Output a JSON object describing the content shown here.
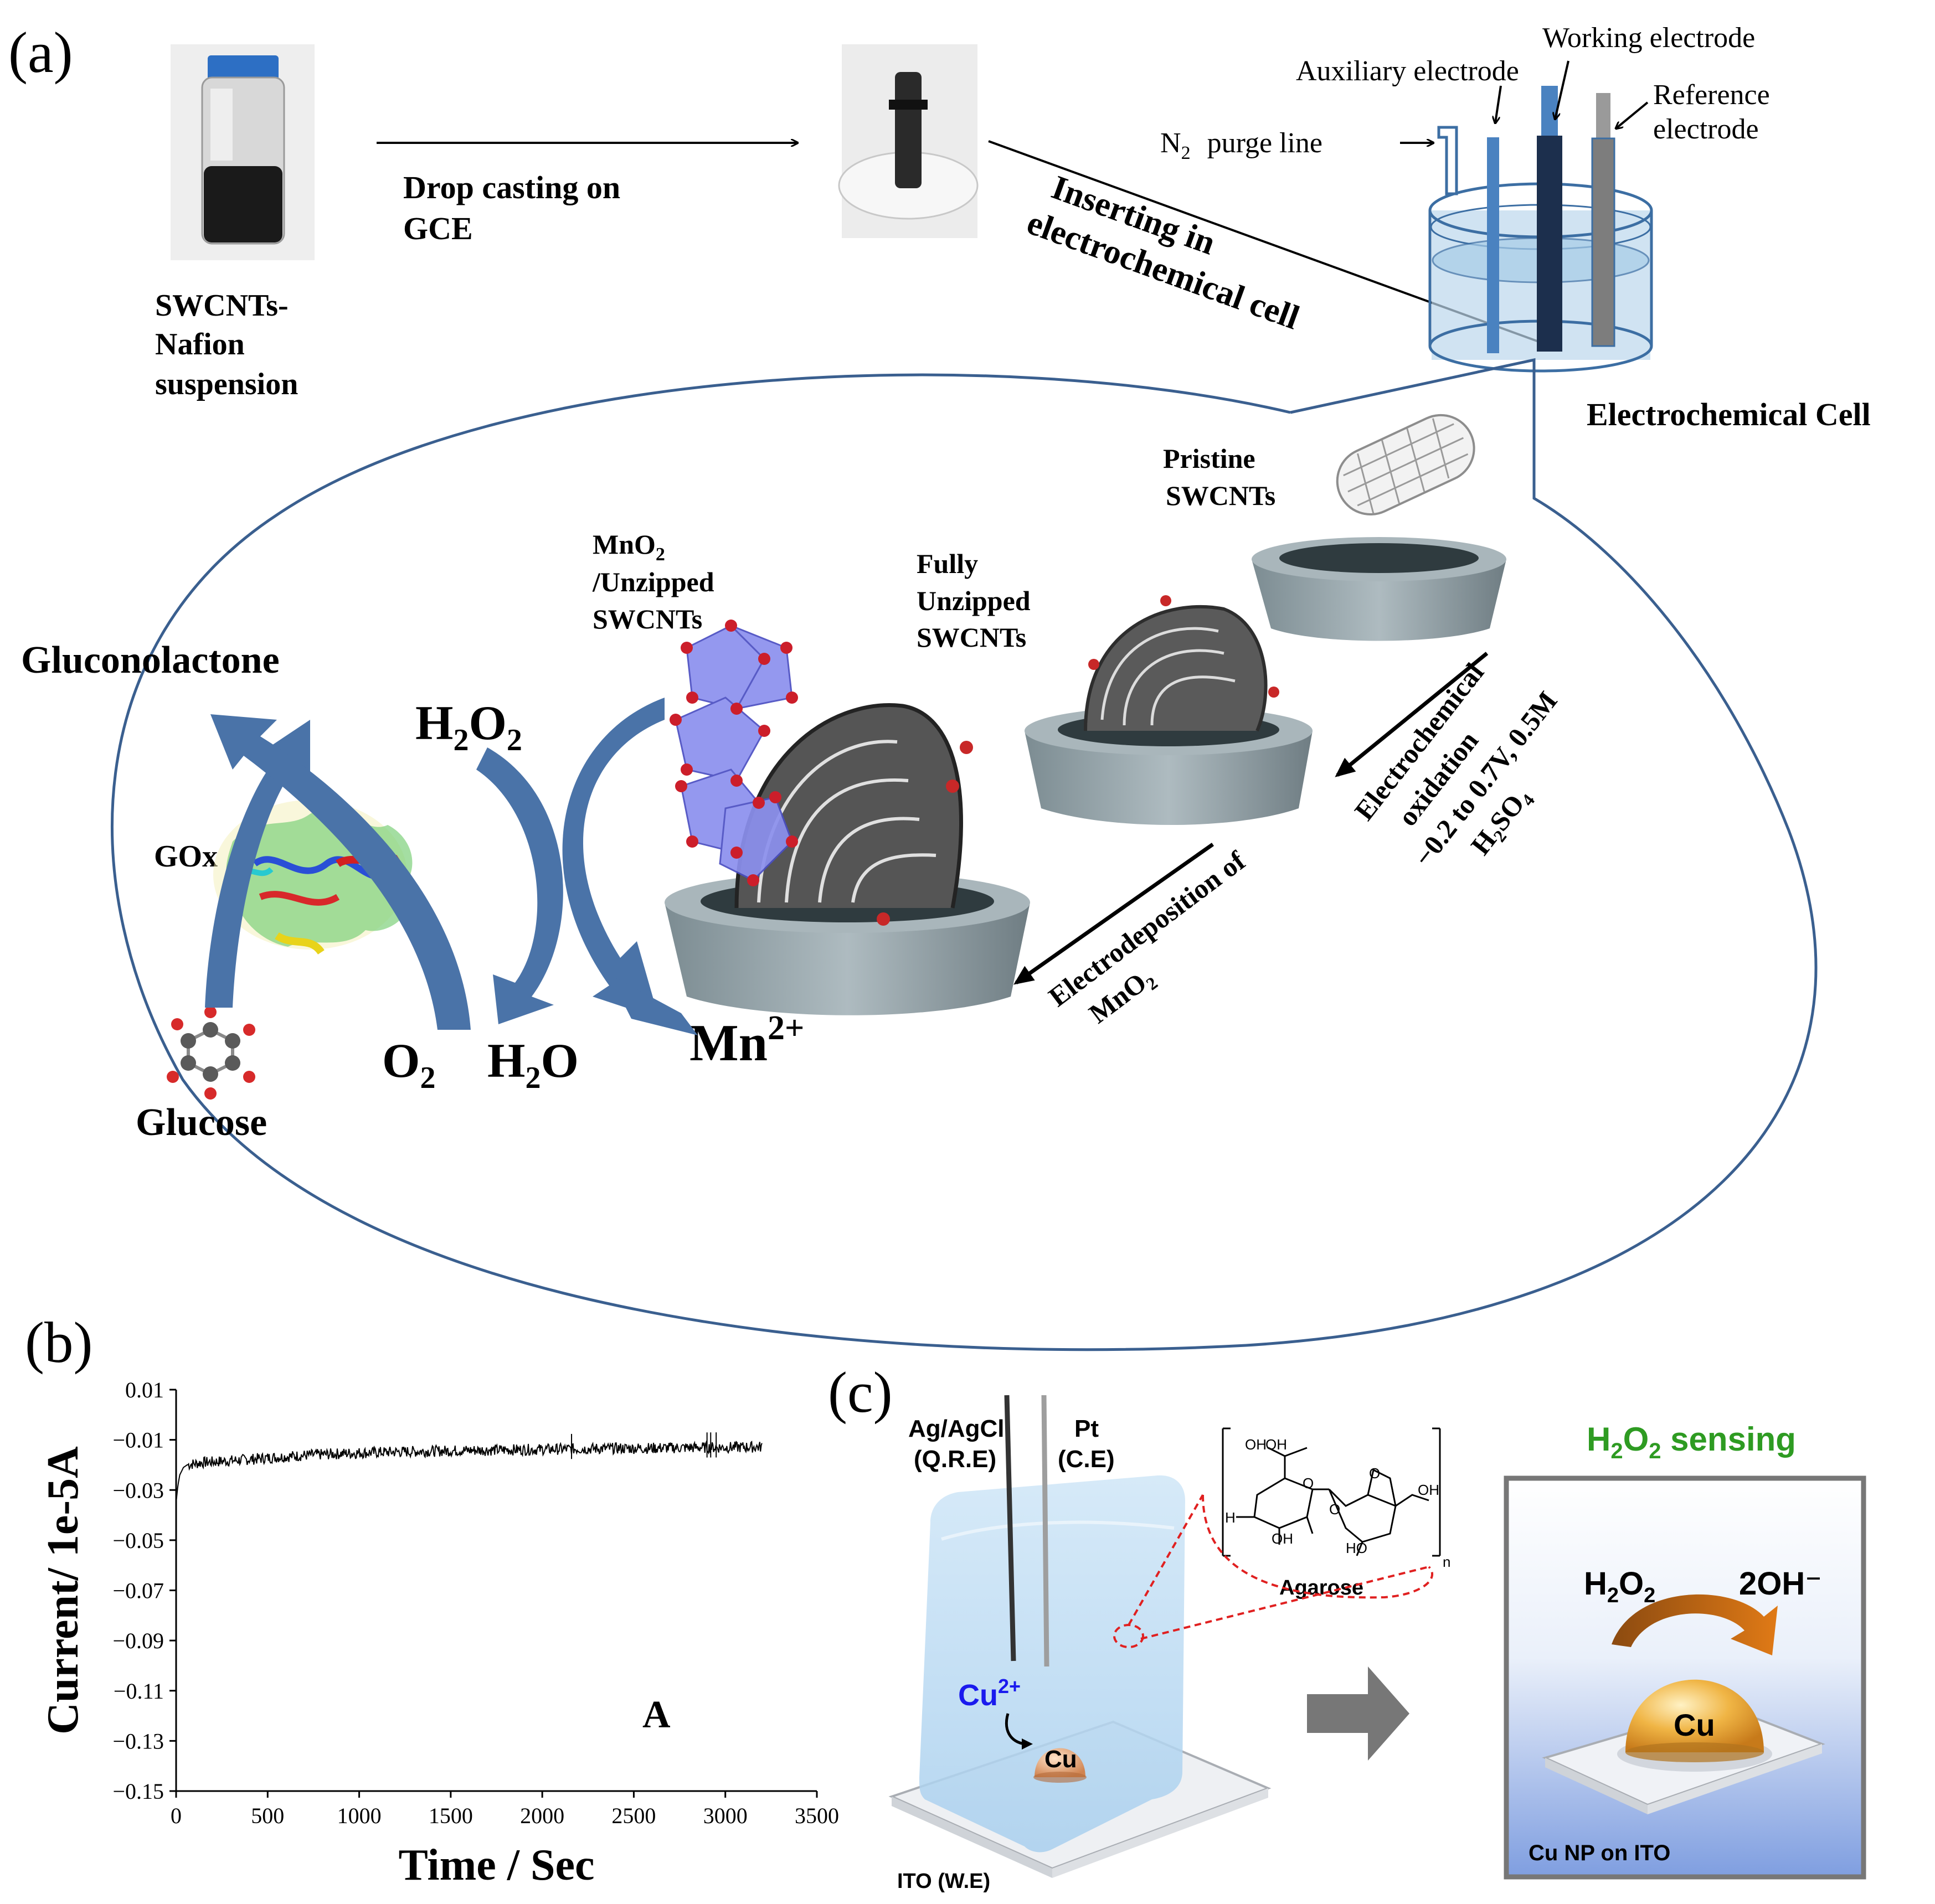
{
  "panel_a": {
    "label": "(a)",
    "vial_caption": [
      "SWCNTs-",
      "Nafion",
      "suspension"
    ],
    "step_drop": [
      "Drop casting  on",
      "GCE"
    ],
    "step_insert": [
      "Inserting in",
      "electrochemical cell"
    ],
    "cell": {
      "working_electrode": "Working electrode",
      "auxiliary_electrode": "Auxiliary electrode",
      "reference_electrode": [
        "Reference",
        "electrode"
      ],
      "purge_line_n": "N",
      "purge_line_sub": "2",
      "purge_line_rest": "purge line",
      "caption": "Electrochemical Cell"
    },
    "pristine": [
      "Pristine",
      "SWCNTs"
    ],
    "fully_unzipped": [
      "Fully",
      "Unzipped",
      "SWCNTs"
    ],
    "mno2_unzipped_pre": "MnO",
    "mno2_unzipped_sub": "2",
    "mno2_unzipped_rest": [
      "/Unzipped",
      "SWCNTs"
    ],
    "oxidation_step": [
      "Electrochemical",
      "oxidation",
      "−0.2 to 0.7V, 0.5M"
    ],
    "oxidation_acid": {
      "h": "H",
      "two": "2",
      "so": "SO",
      "four": "4"
    },
    "electrodeposition_step": "Electrodeposition of",
    "electrodeposition_mno2": {
      "mn": "MnO",
      "two": "2"
    },
    "gluconolactone": "Gluconolactone",
    "glucose": "Glucose",
    "gox": "GOx",
    "h2o2": {
      "h": "H",
      "two_a": "2",
      "o": "O",
      "two_b": "2"
    },
    "o2": {
      "o": "O",
      "two": "2"
    },
    "h2o": {
      "h": "H",
      "two": "2",
      "o": "O"
    },
    "mn2": {
      "mn": "Mn",
      "charge": "2+"
    }
  },
  "panel_b": {
    "label": "(b)",
    "annotation": "A"
  },
  "panel_c": {
    "label": "(c)",
    "ref_electrode": [
      "Ag/AgCl",
      "(Q.R.E)"
    ],
    "counter_electrode": [
      "Pt",
      "(C.E)"
    ],
    "working_electrode": "ITO (W.E)",
    "ion": "Cu",
    "ion_charge": "2+",
    "particle": "Cu",
    "polymer": "Agarose",
    "polymer_labels": {
      "oh1": "OH",
      "oh2": "OH",
      "h": "H",
      "oh3": "OH",
      "oh4": "OH",
      "ho": "HO",
      "o1": "O",
      "o2": "O",
      "o3": "O",
      "n": "n"
    },
    "sensing_title": {
      "h": "H",
      "two_a": "2",
      "o": "O",
      "two_b": "2",
      "rest": " sensing"
    },
    "reactant": {
      "h": "H",
      "two_a": "2",
      "o": "O",
      "two_b": "2"
    },
    "product": "2OH⁻",
    "np_particle": "Cu",
    "np_caption": "Cu NP on ITO"
  },
  "colors": {
    "blue_arrow": "#4a73a8",
    "sensing_green": "#2e9b22",
    "cu_ion_blue": "#1a1aee",
    "ellipse_line": "#3a5f8f"
  },
  "chart_data": {
    "type": "line",
    "xlabel": "Time / Sec",
    "ylabel": "Current/ 1e-5A",
    "xlim": [
      0,
      3500
    ],
    "ylim": [
      -0.15,
      0.01
    ],
    "x_ticks": [
      "0",
      "500",
      "1000",
      "1500",
      "2000",
      "2500",
      "3000",
      "3500"
    ],
    "y_ticks": [
      "0.01",
      "−0.01",
      "−0.03",
      "−0.05",
      "−0.07",
      "−0.09",
      "−0.11",
      "−0.13",
      "−0.15"
    ],
    "grid": false,
    "series": [
      {
        "x": [
          0,
          10,
          20,
          40,
          60,
          100,
          150,
          200,
          300,
          400,
          500,
          600,
          700,
          800,
          900,
          1000,
          1200,
          1400,
          1600,
          1800,
          2000,
          2200,
          2400,
          2600,
          2800,
          3000,
          3200
        ],
        "values": [
          -0.035,
          -0.028,
          -0.024,
          -0.021,
          -0.02,
          -0.0195,
          -0.019,
          -0.0188,
          -0.0183,
          -0.0178,
          -0.0172,
          -0.0167,
          -0.0162,
          -0.0158,
          -0.0155,
          -0.0152,
          -0.0148,
          -0.0145,
          -0.0142,
          -0.014,
          -0.0138,
          -0.0136,
          -0.0134,
          -0.0133,
          -0.0131,
          -0.013,
          -0.0128
        ]
      }
    ]
  }
}
